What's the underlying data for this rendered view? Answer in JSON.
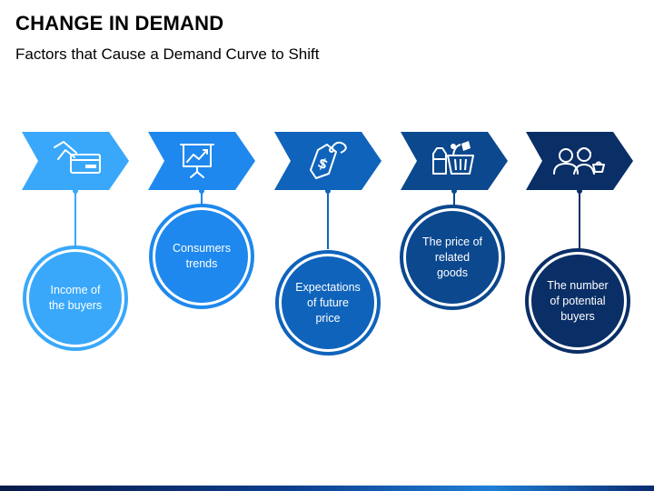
{
  "header": {
    "title": "CHANGE IN DEMAND",
    "subtitle": "Factors that Cause a Demand Curve to Shift"
  },
  "steps": [
    {
      "label_lines": [
        "Income of",
        "the buyers"
      ],
      "icon": "hand-card-payment-icon",
      "color": "#39A8FA"
    },
    {
      "label_lines": [
        "Consumers",
        "trends"
      ],
      "icon": "presentation-chart-icon",
      "color": "#1E88EE"
    },
    {
      "label_lines": [
        "Expectations",
        "of future",
        "price"
      ],
      "icon": "price-tag-icon",
      "color": "#0F63BB"
    },
    {
      "label_lines": [
        "The price of",
        "related",
        "goods"
      ],
      "icon": "shopping-basket-icon",
      "color": "#0B488E"
    },
    {
      "label_lines": [
        "The number",
        "of potential",
        "buyers"
      ],
      "icon": "buyers-icon",
      "color": "#0A2E66"
    }
  ]
}
